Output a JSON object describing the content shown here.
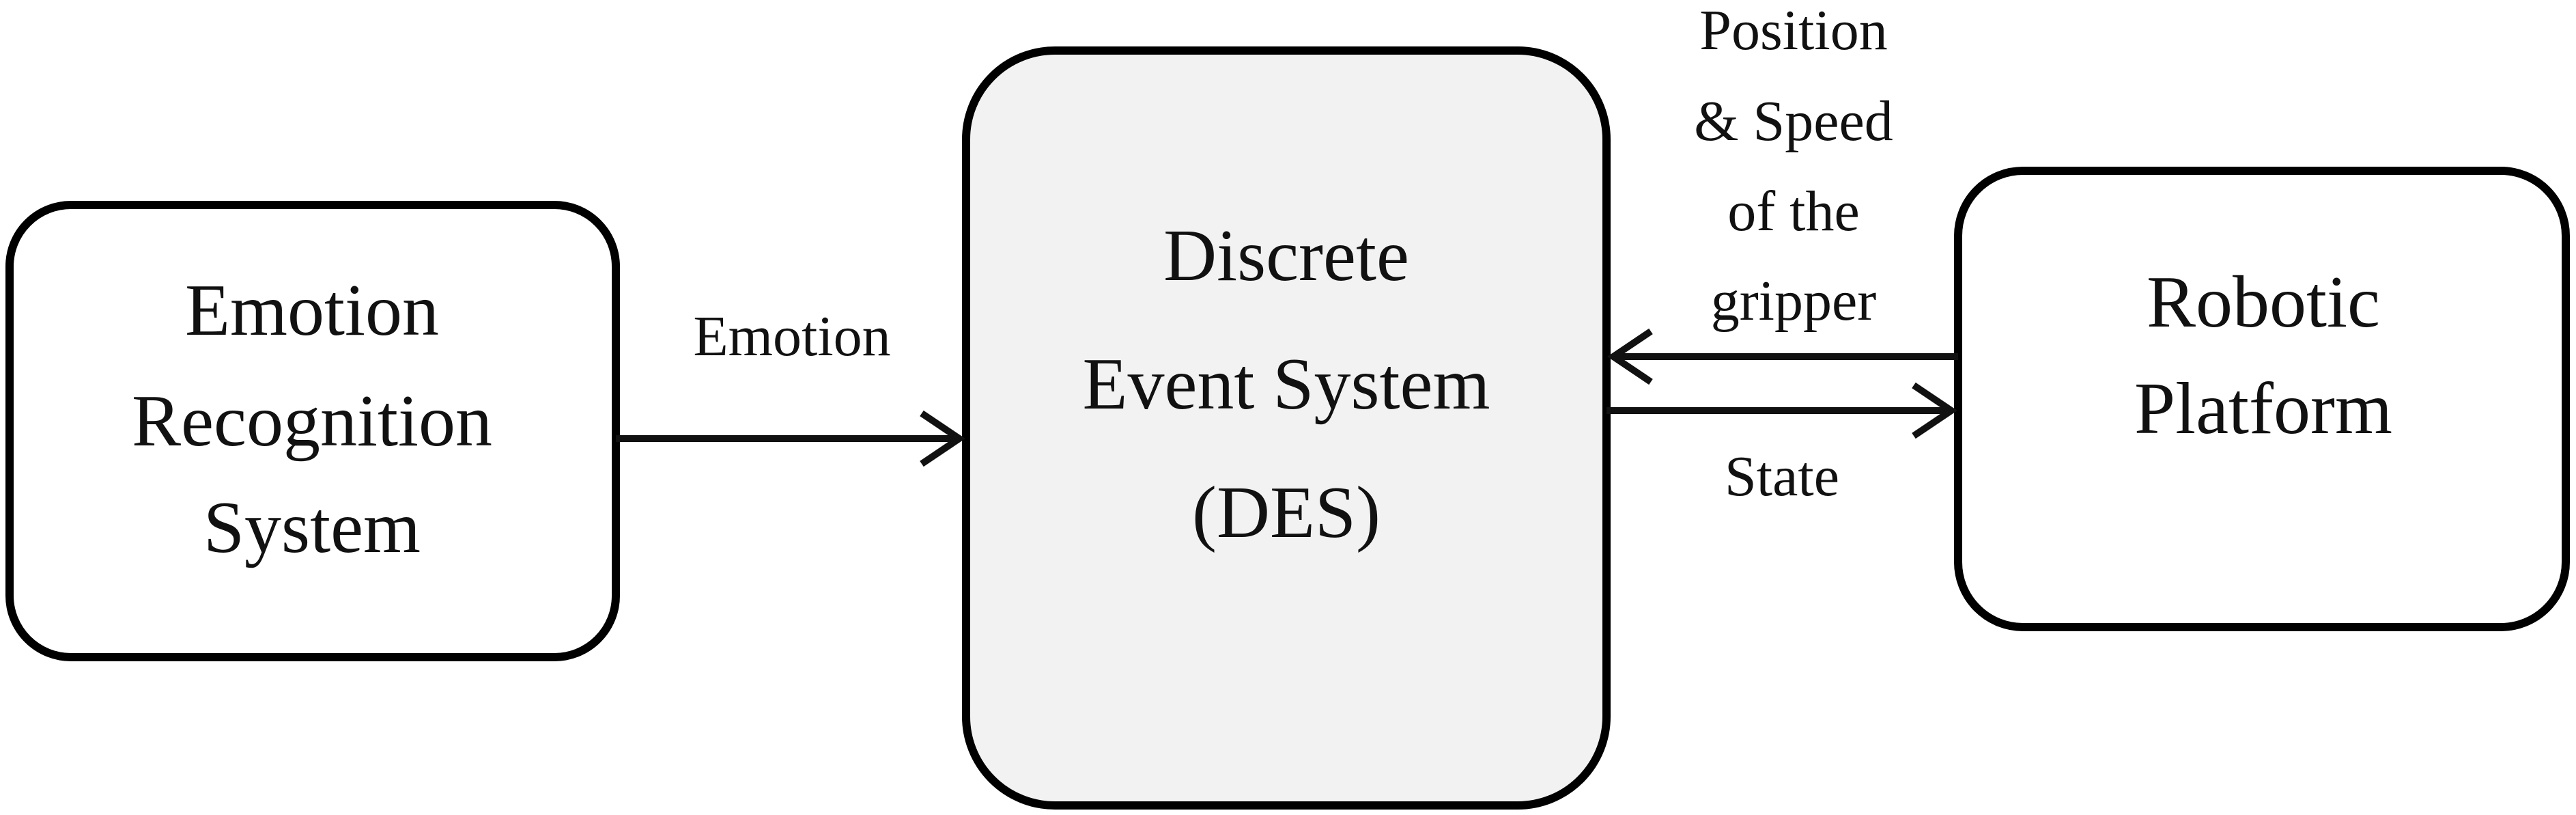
{
  "blocks": {
    "emotion_recognition": [
      "Emotion",
      "Recognition",
      "System"
    ],
    "des": [
      "Discrete",
      "Event System",
      "(DES)"
    ],
    "robotic_platform": [
      "Robotic",
      "Platform"
    ]
  },
  "arrows": {
    "emotion": "Emotion",
    "position_speed": [
      "Position",
      "& Speed",
      "of the",
      "gripper"
    ],
    "state": "State"
  },
  "colors": {
    "des_fill": "#f2f2f2",
    "box_fill": "#ffffff",
    "stroke": "#000000"
  }
}
